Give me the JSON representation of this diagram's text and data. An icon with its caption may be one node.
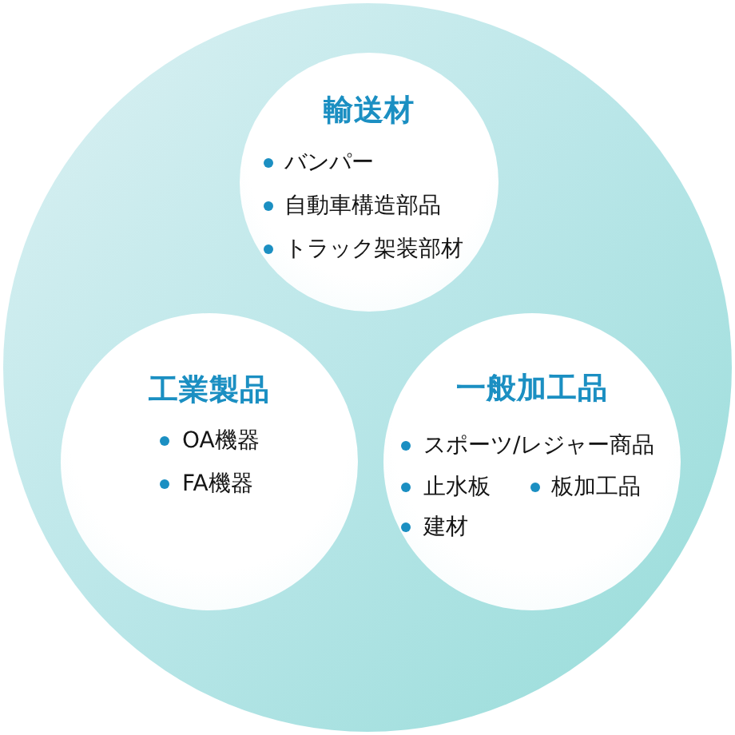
{
  "diagram": {
    "nodes": [
      {
        "text": [],
        "shape": "circle"
      },
      {
        "text": [
          "輸送材",
          "バンパー",
          "自動車構造部品",
          "トラック架装部材"
        ],
        "in": 0
      },
      {
        "text": [
          "工業製品",
          "OA機器",
          "FA機器"
        ],
        "in": 0
      },
      {
        "text": [
          "一般加工品",
          "スポーツ/レジャー商品",
          "止水板",
          "板加工品",
          "建材"
        ],
        "in": 0
      }
    ]
  }
}
